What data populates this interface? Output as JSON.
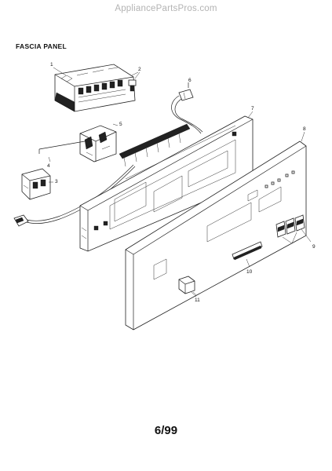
{
  "page": {
    "watermark": "AppliancePartsPros.com",
    "title": "FASCIA PANEL",
    "footer": "6/99"
  },
  "callouts": [
    {
      "id": "1",
      "label": "1"
    },
    {
      "id": "2",
      "label": "2"
    },
    {
      "id": "3",
      "label": "3"
    },
    {
      "id": "4",
      "label": "4"
    },
    {
      "id": "5",
      "label": "5"
    },
    {
      "id": "6",
      "label": "6"
    },
    {
      "id": "7",
      "label": "7"
    },
    {
      "id": "8",
      "label": "8"
    },
    {
      "id": "9",
      "label": "9"
    },
    {
      "id": "10",
      "label": "10"
    },
    {
      "id": "11",
      "label": "11"
    }
  ]
}
